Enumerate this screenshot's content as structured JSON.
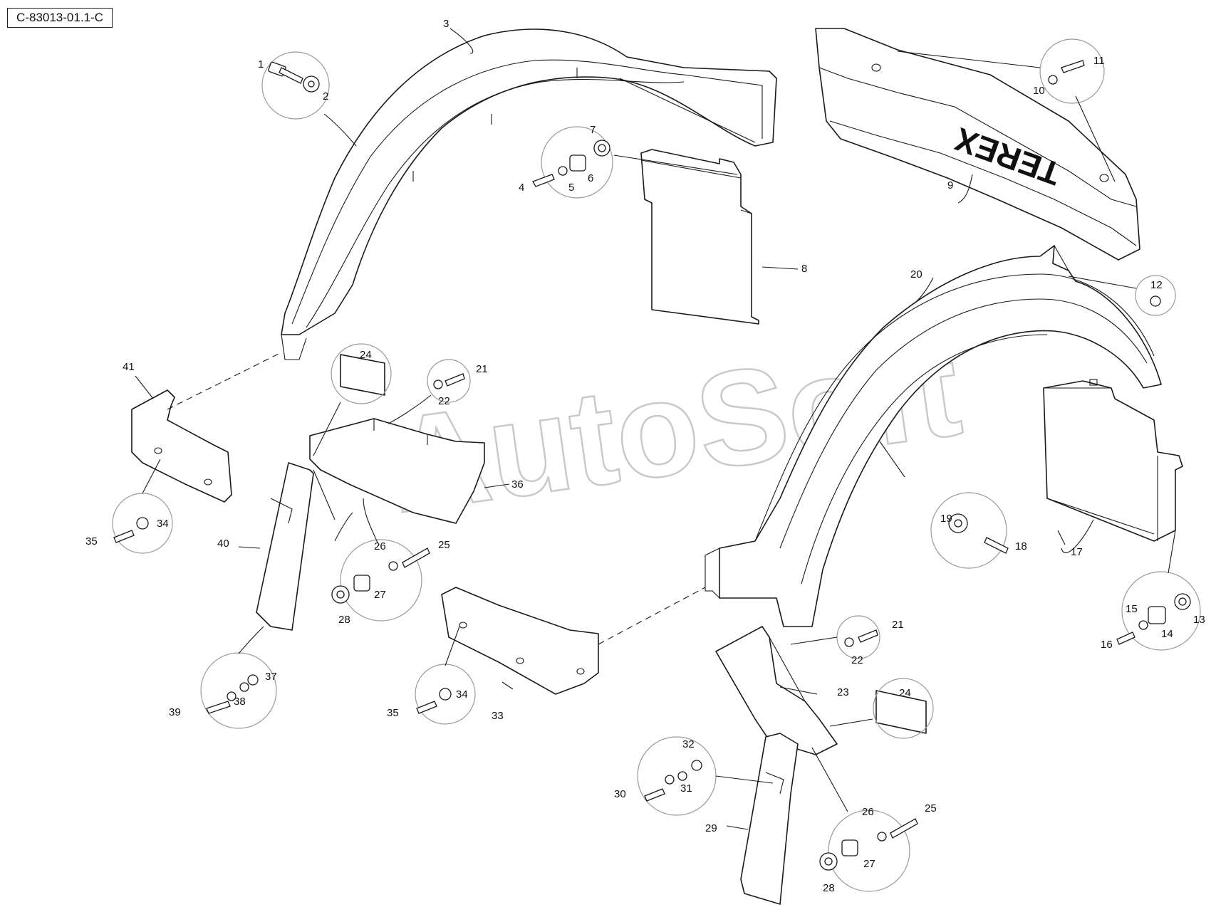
{
  "diagram_ref": "C-83013-01.1-C",
  "watermark": "AutoSoft",
  "emblem_text": "TEREX",
  "callouts": [
    {
      "id": "c1",
      "text": "1"
    },
    {
      "id": "c2",
      "text": "2"
    },
    {
      "id": "c3",
      "text": "3"
    },
    {
      "id": "c4",
      "text": "4"
    },
    {
      "id": "c5",
      "text": "5"
    },
    {
      "id": "c6",
      "text": "6"
    },
    {
      "id": "c7",
      "text": "7"
    },
    {
      "id": "c8",
      "text": "8"
    },
    {
      "id": "c9",
      "text": "9"
    },
    {
      "id": "c10",
      "text": "10"
    },
    {
      "id": "c11",
      "text": "11"
    },
    {
      "id": "c12",
      "text": "12"
    },
    {
      "id": "c13",
      "text": "13"
    },
    {
      "id": "c14",
      "text": "14"
    },
    {
      "id": "c15",
      "text": "15"
    },
    {
      "id": "c16",
      "text": "16"
    },
    {
      "id": "c17",
      "text": "17"
    },
    {
      "id": "c18",
      "text": "18"
    },
    {
      "id": "c19",
      "text": "19"
    },
    {
      "id": "c20",
      "text": "20"
    },
    {
      "id": "c21a",
      "text": "21"
    },
    {
      "id": "c22a",
      "text": "22"
    },
    {
      "id": "c21b",
      "text": "21"
    },
    {
      "id": "c22b",
      "text": "22"
    },
    {
      "id": "c23",
      "text": "23"
    },
    {
      "id": "c24a",
      "text": "24"
    },
    {
      "id": "c24b",
      "text": "24"
    },
    {
      "id": "c25a",
      "text": "25"
    },
    {
      "id": "c26a",
      "text": "26"
    },
    {
      "id": "c27a",
      "text": "27"
    },
    {
      "id": "c28a",
      "text": "28"
    },
    {
      "id": "c25b",
      "text": "25"
    },
    {
      "id": "c26b",
      "text": "26"
    },
    {
      "id": "c27b",
      "text": "27"
    },
    {
      "id": "c28b",
      "text": "28"
    },
    {
      "id": "c29",
      "text": "29"
    },
    {
      "id": "c30",
      "text": "30"
    },
    {
      "id": "c31",
      "text": "31"
    },
    {
      "id": "c32",
      "text": "32"
    },
    {
      "id": "c33",
      "text": "33"
    },
    {
      "id": "c34a",
      "text": "34"
    },
    {
      "id": "c35a",
      "text": "35"
    },
    {
      "id": "c34b",
      "text": "34"
    },
    {
      "id": "c35b",
      "text": "35"
    },
    {
      "id": "c36",
      "text": "36"
    },
    {
      "id": "c37",
      "text": "37"
    },
    {
      "id": "c38",
      "text": "38"
    },
    {
      "id": "c39",
      "text": "39"
    },
    {
      "id": "c40",
      "text": "40"
    },
    {
      "id": "c41",
      "text": "41"
    }
  ]
}
